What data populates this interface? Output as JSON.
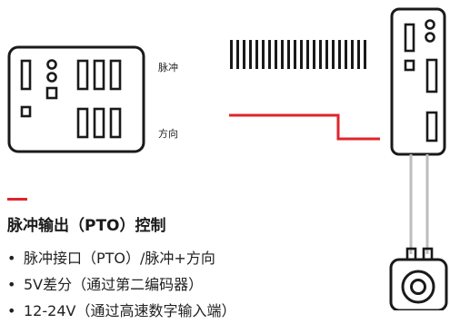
{
  "diagram": {
    "label_pulse": "脉冲",
    "label_direction": "方向",
    "colors": {
      "outline": "#1a1a1a",
      "direction_signal": "#e0242b",
      "cable": "#bdbdbd"
    }
  },
  "section": {
    "title": "脉冲输出（PTO）控制",
    "bullets": [
      "脉冲接口（PTO）/脉冲+方向",
      "5V差分（通过第二编码器）",
      "12-24V（通过高速数字输入端）"
    ]
  }
}
